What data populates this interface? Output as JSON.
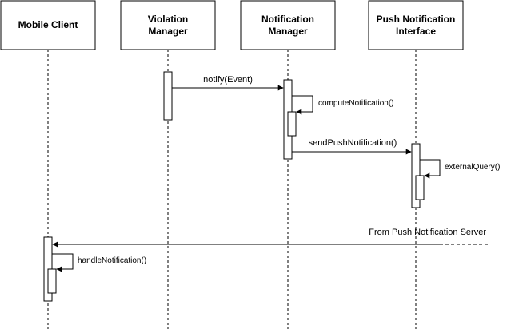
{
  "participants": [
    {
      "id": "mobile",
      "lines": [
        "Mobile Client"
      ]
    },
    {
      "id": "violation",
      "lines": [
        "Violation",
        "Manager"
      ]
    },
    {
      "id": "notification",
      "lines": [
        "Notification",
        "Manager"
      ]
    },
    {
      "id": "push",
      "lines": [
        "Push Notification",
        "Interface"
      ]
    }
  ],
  "messages": {
    "notify": "notify(Event)",
    "compute": "computeNotification()",
    "send_push": "sendPushNotification()",
    "external_query": "externalQuery()",
    "from_server": "From Push Notification Server",
    "handle": "handleNotification()"
  }
}
